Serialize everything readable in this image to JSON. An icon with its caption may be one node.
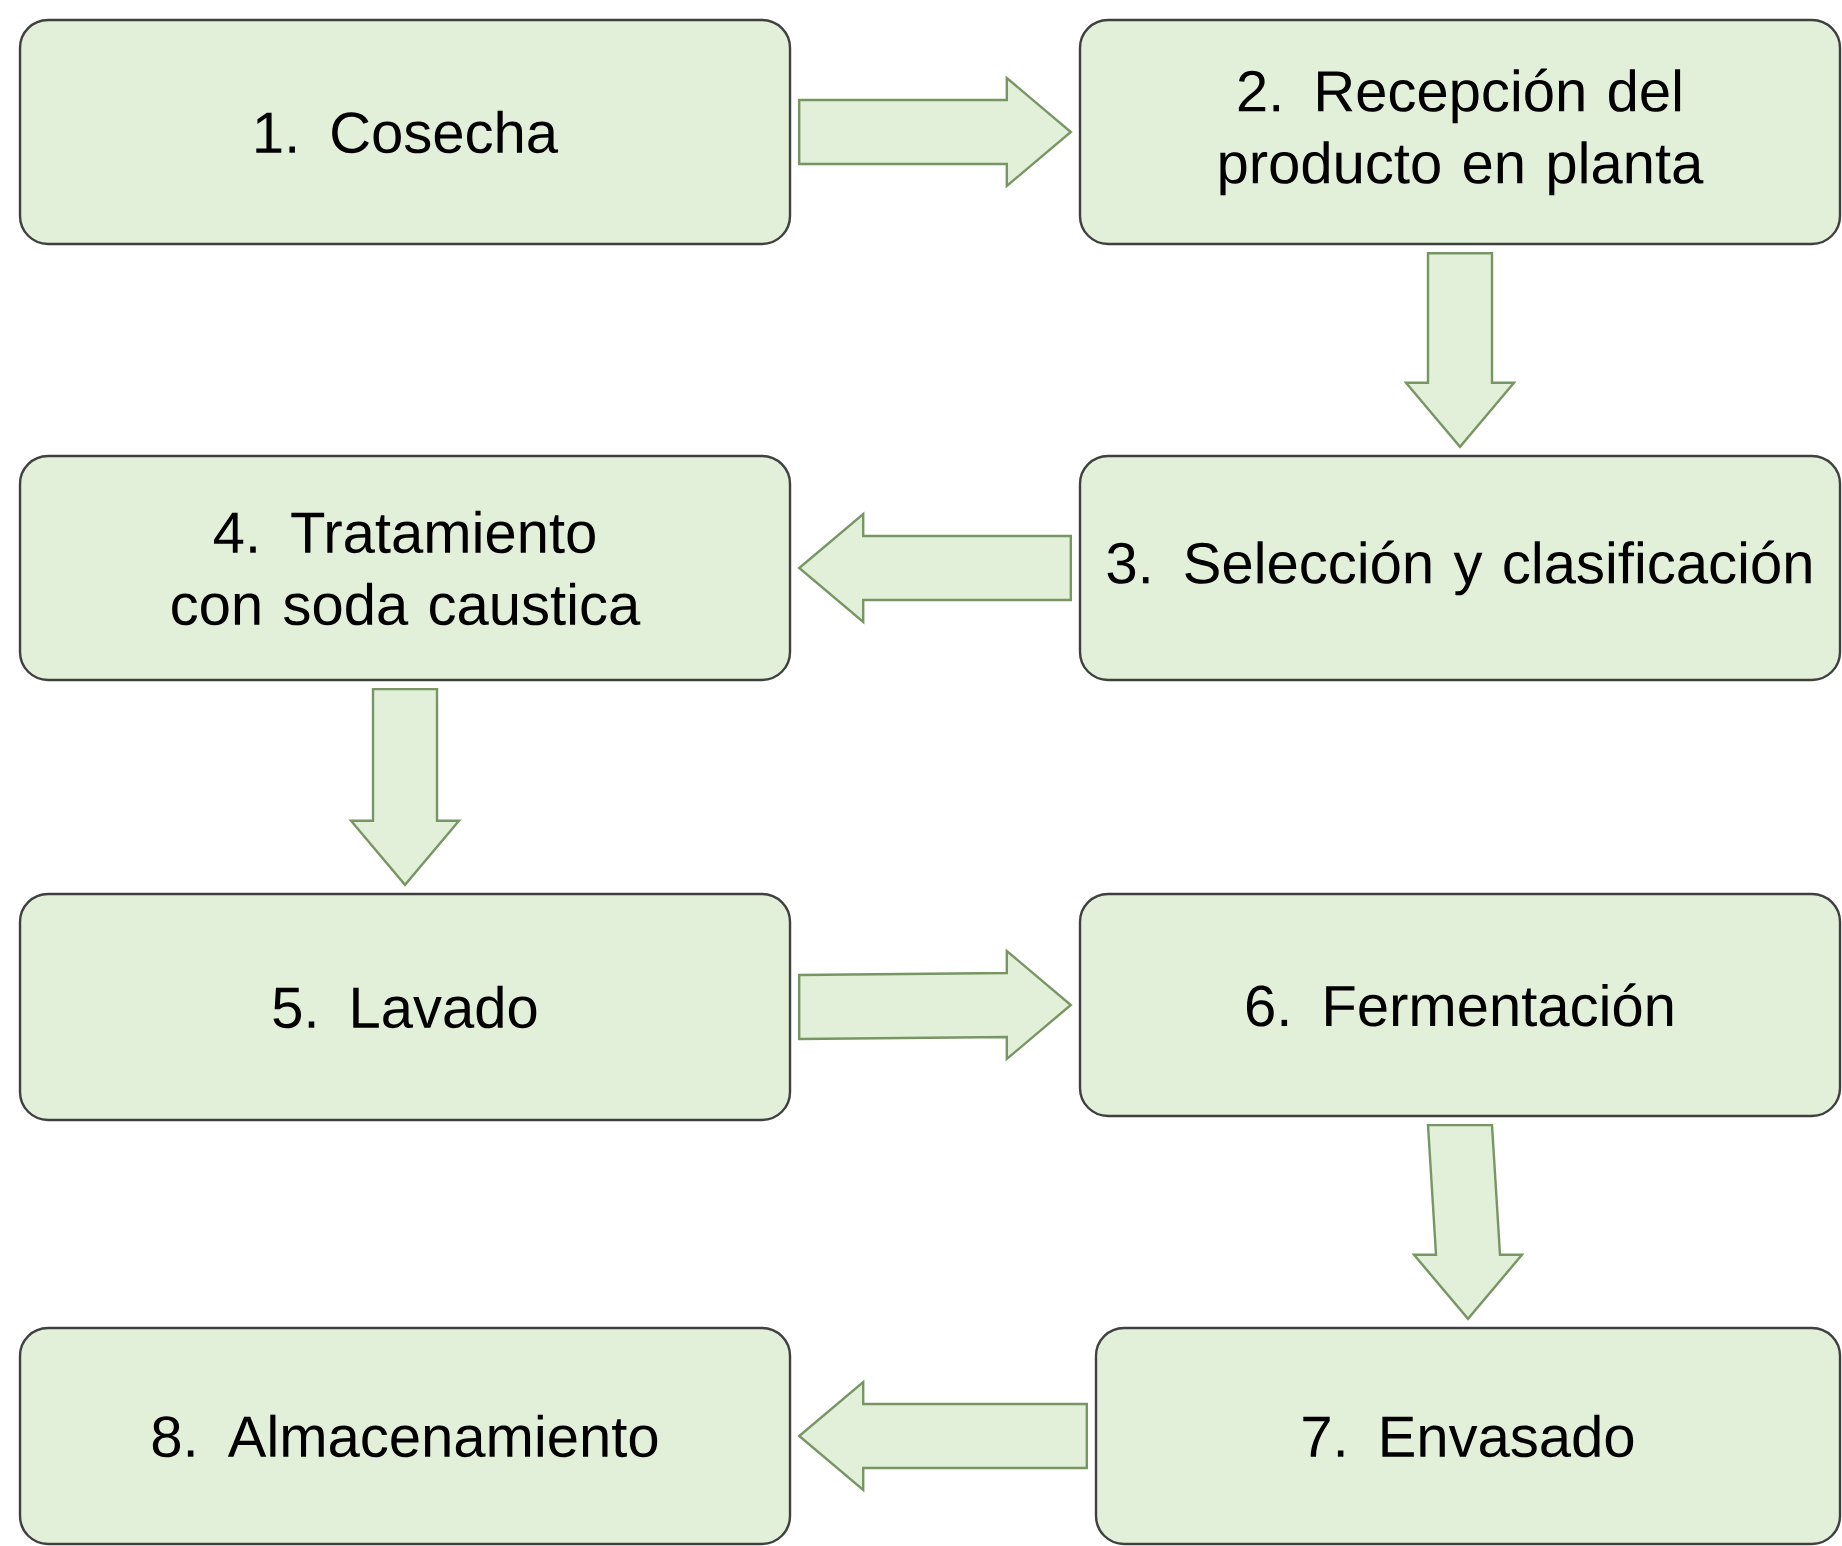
{
  "diagram": {
    "nodes": [
      {
        "text": [
          "1. Cosecha"
        ]
      },
      {
        "text": [
          "2. Recepción del producto en planta"
        ]
      },
      {
        "text": [
          "3. Selección y clasificación"
        ]
      },
      {
        "text": [
          "4. Tratamiento con soda caustica"
        ]
      },
      {
        "text": [
          "5. Lavado"
        ]
      },
      {
        "text": [
          "6. Fermentación"
        ]
      },
      {
        "text": [
          "7. Envasado"
        ]
      },
      {
        "text": [
          "8. Almacenamiento"
        ]
      }
    ],
    "edges": [
      {
        "from": 0,
        "to": 1,
        "arrow": "to"
      },
      {
        "from": 1,
        "to": 2,
        "arrow": "to"
      },
      {
        "from": 2,
        "to": 3,
        "arrow": "to"
      },
      {
        "from": 3,
        "to": 4,
        "arrow": "to"
      },
      {
        "from": 4,
        "to": 5,
        "arrow": "to"
      },
      {
        "from": 5,
        "to": 6,
        "arrow": "to"
      },
      {
        "from": 6,
        "to": 7,
        "arrow": "to"
      }
    ]
  }
}
